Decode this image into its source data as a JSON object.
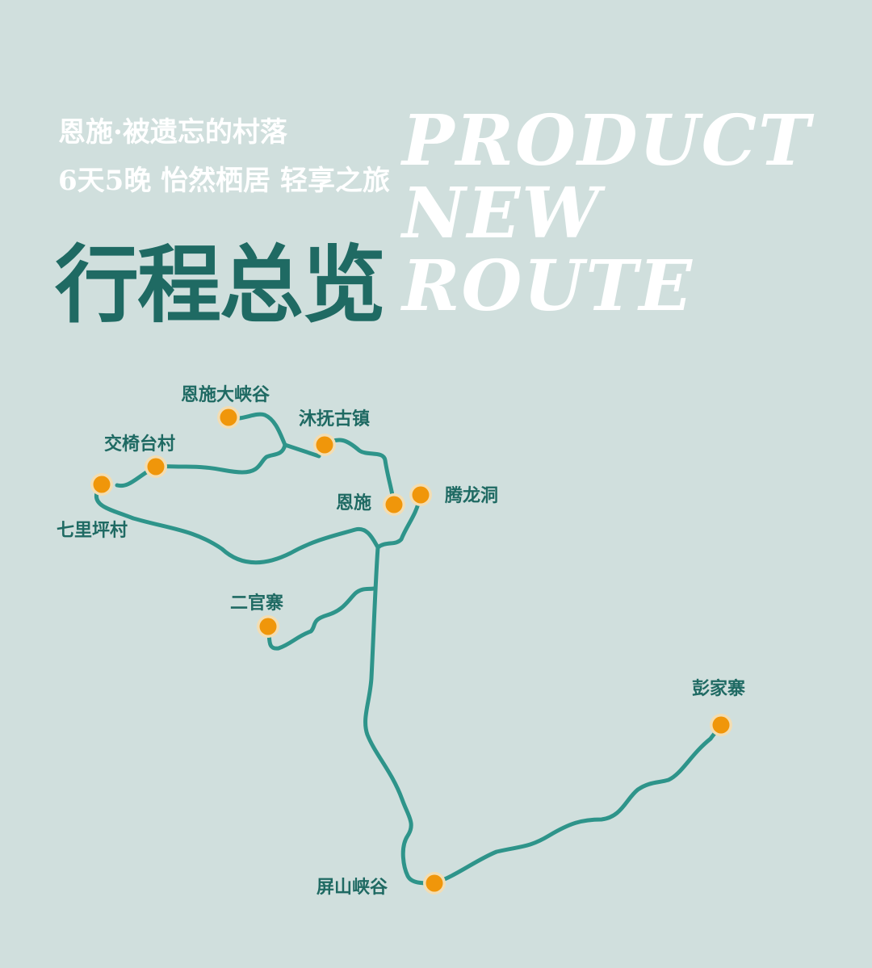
{
  "header": {
    "subtitle_line1": "恩施·被遗忘的村落",
    "subtitle_line2": "6天5晚 怡然栖居 轻享之旅",
    "title": "行程总览",
    "english_lines": [
      "PRODUCT",
      "NEW",
      "ROUTE"
    ]
  },
  "map": {
    "route_color": "#2e948a",
    "stop_color": "#f0960a",
    "stops": [
      {
        "name": "恩施大峡谷"
      },
      {
        "name": "沐抚古镇"
      },
      {
        "name": "交椅台村"
      },
      {
        "name": "七里坪村"
      },
      {
        "name": "恩施"
      },
      {
        "name": "腾龙洞"
      },
      {
        "name": "二官寨"
      },
      {
        "name": "彭家寨"
      },
      {
        "name": "屏山峡谷"
      }
    ]
  }
}
